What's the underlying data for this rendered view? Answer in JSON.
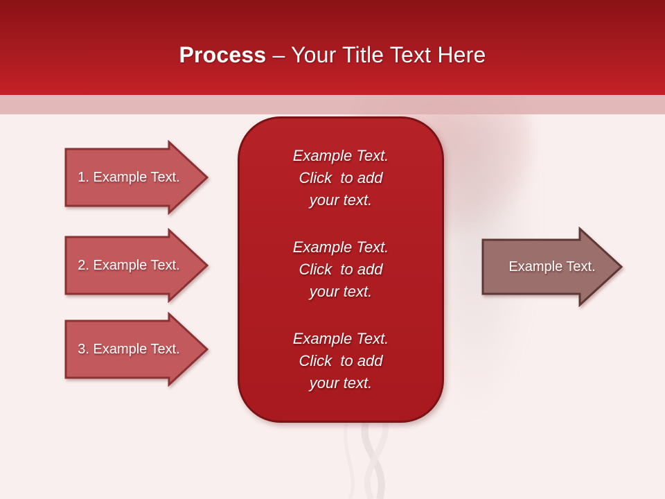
{
  "header": {
    "title_bold": "Process",
    "title_rest": " – Your Title Text Here"
  },
  "left_arrows": [
    {
      "label": "1. Example Text."
    },
    {
      "label": "2. Example Text."
    },
    {
      "label": "3. Example Text."
    }
  ],
  "center_box": {
    "paragraphs": [
      "Example Text.\nClick  to add\nyour text.",
      "Example Text.\nClick  to add\nyour text.",
      "Example Text.\nClick  to add\nyour text."
    ]
  },
  "right_arrow": {
    "label": "Example Text."
  },
  "colors": {
    "header_gradient_top": "#8a1215",
    "header_gradient_bottom": "#c42127",
    "accent_band": "#deb0b1",
    "background": "#f9efee",
    "left_arrow_fill": "#c25a5d",
    "left_arrow_border": "#8a3134",
    "center_box_fill": "#ae1d22",
    "center_box_border": "#7a1315",
    "right_arrow_fill": "#9b6f6b",
    "right_arrow_border": "#5c3936",
    "text": "#ffffff"
  }
}
